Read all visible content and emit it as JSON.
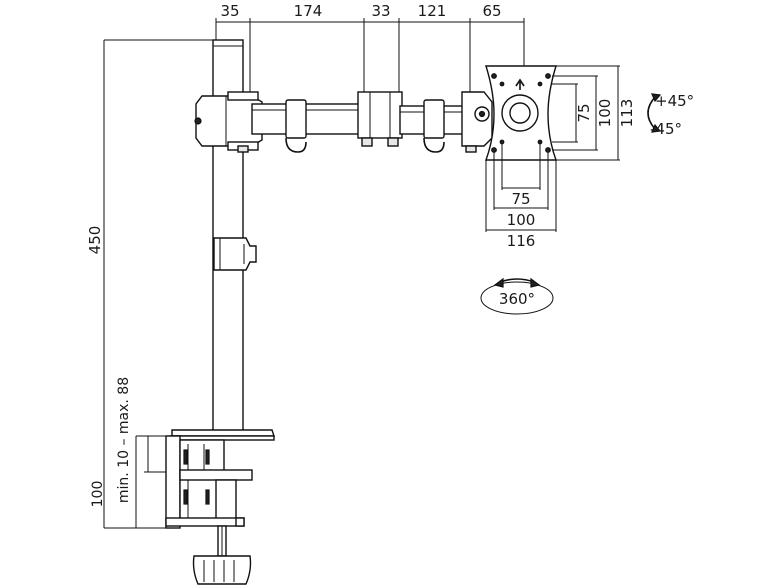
{
  "dimensions": {
    "top": [
      "35",
      "174",
      "33",
      "121",
      "65"
    ],
    "height_main": "450",
    "clamp_range": "min. 10 – max. 88",
    "clamp_height": "100",
    "vesa_v": [
      "75",
      "100",
      "113"
    ],
    "vesa_h": [
      "75",
      "100",
      "116"
    ],
    "tilt_up": "+45°",
    "tilt_down": "-45°",
    "rotation": "360°"
  }
}
